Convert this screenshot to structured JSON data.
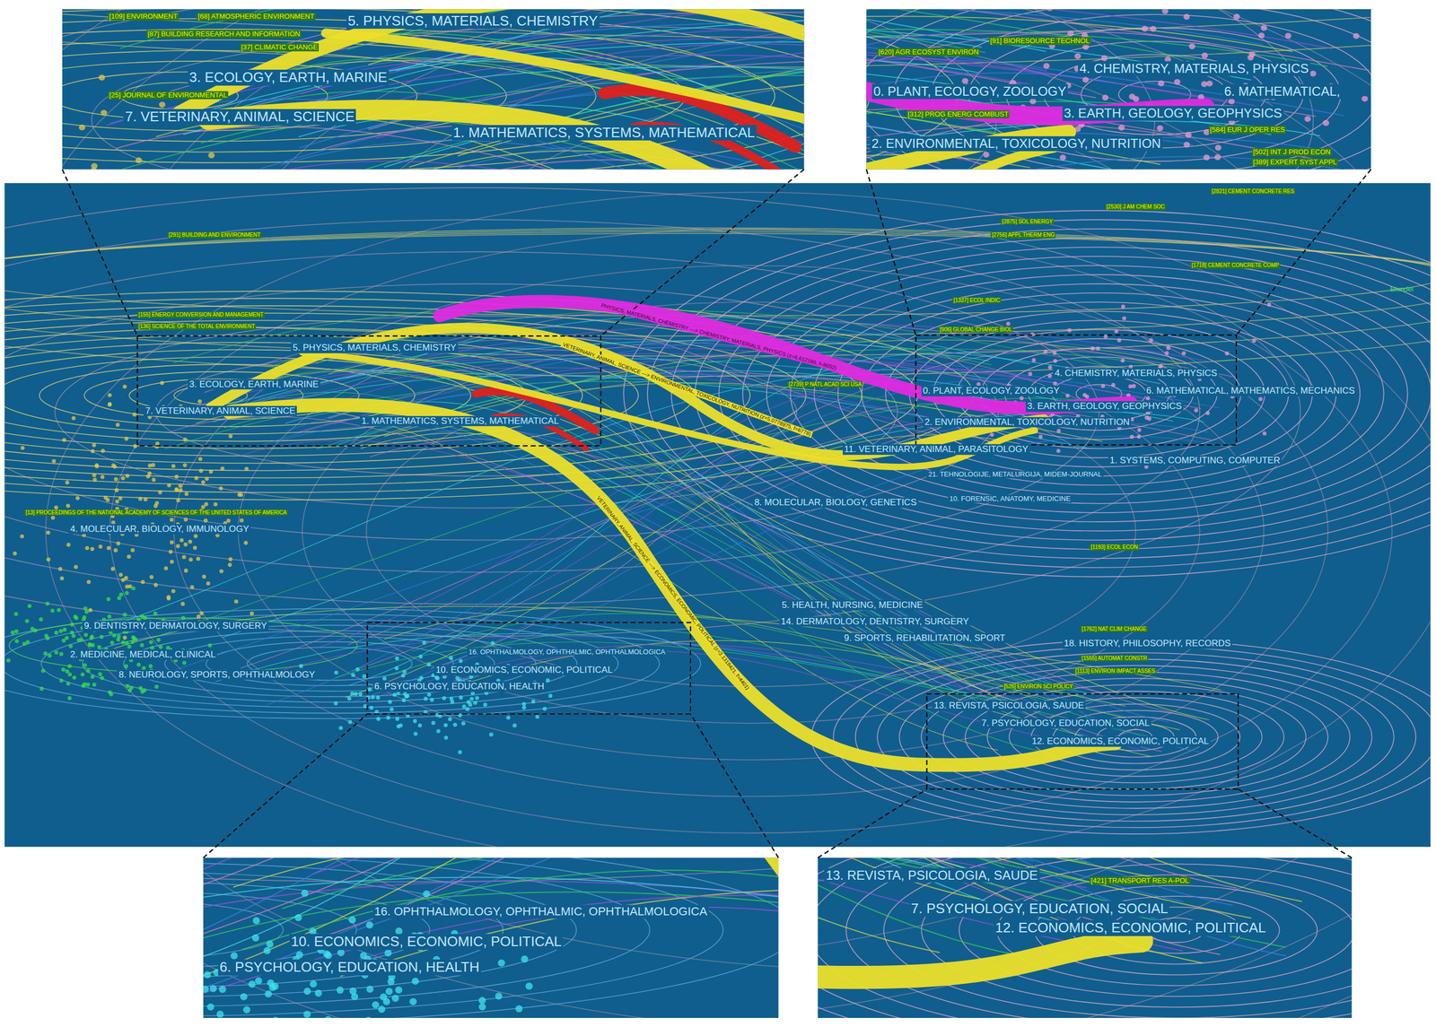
{
  "diagram": {
    "nodes": [
      {
        "text": [
          "[109] ENVIRONMENT",
          "[68] ATMOSPHERIC ENVIRONMENT",
          "5. PHYSICS, MATERIALS, CHEMISTRY",
          "[87] BUILDING RESEARCH AND INFORMATION",
          "[37] CLIMATIC CHANGE",
          "3. ECOLOGY, EARTH, MARINE",
          "[25] JOURNAL OF ENVIRONMENTAL",
          "7. VETERINARY, ANIMAL, SCIENCE",
          "1. MATHEMATICS, SYSTEMS, MATHEMATICAL"
        ]
      },
      {
        "text": [
          "[620] AGR ECOSYST ENVIRON",
          "[91] BIORESOURCE TECHNOL",
          "4. CHEMISTRY, MATERIALS, PHYSICS",
          "0. PLANT, ECOLOGY, ZOOLOGY",
          "6. MATHEMATICAL,",
          "[312] PROG ENERG COMBUST",
          "3. EARTH, GEOLOGY, GEOPHYSICS",
          "[584] EUR J OPER RES",
          "2. ENVIRONMENTAL, TOXICOLOGY, NUTRITION",
          "[502] INT J PROD ECON",
          "[389] EXPERT SYST APPL"
        ]
      },
      {
        "text": [
          "[291] BUILDING AND ENVIRONMENT",
          "[2821] CEMENT CONCRETE RES",
          "[2530] J AM CHEM SOC",
          "[2875] SOL ENERGY",
          "[2756] APPL THERM ENG",
          "[1718] CEMENT CONCRETE COMP",
          "Blondel",
          "[1337] ECOL INDIC",
          "[155] ENERGY CONVERSION AND MANAGEMENT",
          "[136] SCIENCE OF THE TOTAL ENVIRONMENT",
          "[906] GLOBAL CHANGE BIOL",
          "5. PHYSICS, MATERIALS, CHEMISTRY",
          "PHYSICS, MATERIALS, CHEMISTRY ---> CHEMISTRY, MATERIALS, PHYSICS (z=6.612186, f=8652)",
          "4. CHEMISTRY, MATERIALS, PHYSICS",
          "[2739] P NATL ACAD SCI USA",
          "3. ECOLOGY, EARTH, MARINE",
          "VETERINARY, ANIMAL, SCIENCE ---> ENVIRONMENTAL, TOXICOLOGY, NUTRITION (z=5.0778975, f=6778)",
          "0. PLANT, ECOLOGY, ZOOLOGY",
          "6. MATHEMATICAL, MATHEMATICS, MECHANICS",
          "3. EARTH, GEOLOGY, GEOPHYSICS",
          "7. VETERINARY, ANIMAL, SCIENCE",
          "1. MATHEMATICS, SYSTEMS, MATHEMATICAL",
          "2. ENVIRONMENTAL, TOXICOLOGY, NUTRITION",
          "11. VETERINARY, ANIMAL, PARASITOLOGY",
          "1. SYSTEMS, COMPUTING, COMPUTER",
          "21. TEHNOLOGIJE, METALURGIJA, MIDEM-JOURNAL",
          "10. FORENSIC, ANATOMY, MEDICINE",
          "8. MOLECULAR, BIOLOGY, GENETICS",
          "[13] PROCEEDINGS OF THE NATIONAL ACADEMY OF SCIENCES OF THE UNITED STATES OF AMERICA",
          "4. MOLECULAR, BIOLOGY, IMMUNOLOGY",
          "[1193] ECOL ECON",
          "VETERINARY, ANIMAL, SCIENCE ---> ECONOMICS, ECONOMIC, POLITICAL (z=3.1318421, f=4401)",
          "5. HEALTH, NURSING, MEDICINE",
          "14. DERMATOLOGY, DENTISTRY, SURGERY",
          "9. DENTISTRY, DERMATOLOGY, SURGERY",
          "[1762] NAT CLIM CHANGE",
          "9. SPORTS, REHABILITATION, SPORT",
          "18. HISTORY, PHILOSOPHY, RECORDS",
          "16. OPHTHALMOLOGY, OPHTHALMIC, OPHTHALMOLOGICA",
          "2. MEDICINE, MEDICAL, CLINICAL",
          "[1555] AUTOMAT CONSTR",
          "10. ECONOMICS, ECONOMIC, POLITICAL",
          "[1113] ENVIRON IMPACT ASSES",
          "8. NEUROLOGY, SPORTS, OPHTHALMOLOGY",
          "6. PSYCHOLOGY, EDUCATION, HEALTH",
          "[526] ENVIRON SCI POLICY",
          "13. REVISTA, PSICOLOGIA, SAUDE",
          "7. PSYCHOLOGY, EDUCATION, SOCIAL",
          "12. ECONOMICS, ECONOMIC, POLITICAL"
        ]
      },
      {
        "text": [
          "16. OPHTHALMOLOGY, OPHTHALMIC, OPHTHALMOLOGICA",
          "10. ECONOMICS, ECONOMIC, POLITICAL",
          "6. PSYCHOLOGY, EDUCATION, HEALTH"
        ]
      },
      {
        "text": [
          "13. REVISTA, PSICOLOGIA, SAUDE",
          "[421] TRANSPORT RES A-POL",
          "7. PSYCHOLOGY, EDUCATION, SOCIAL",
          "12. ECONOMICS, ECONOMIC, POLITICAL"
        ]
      }
    ]
  }
}
